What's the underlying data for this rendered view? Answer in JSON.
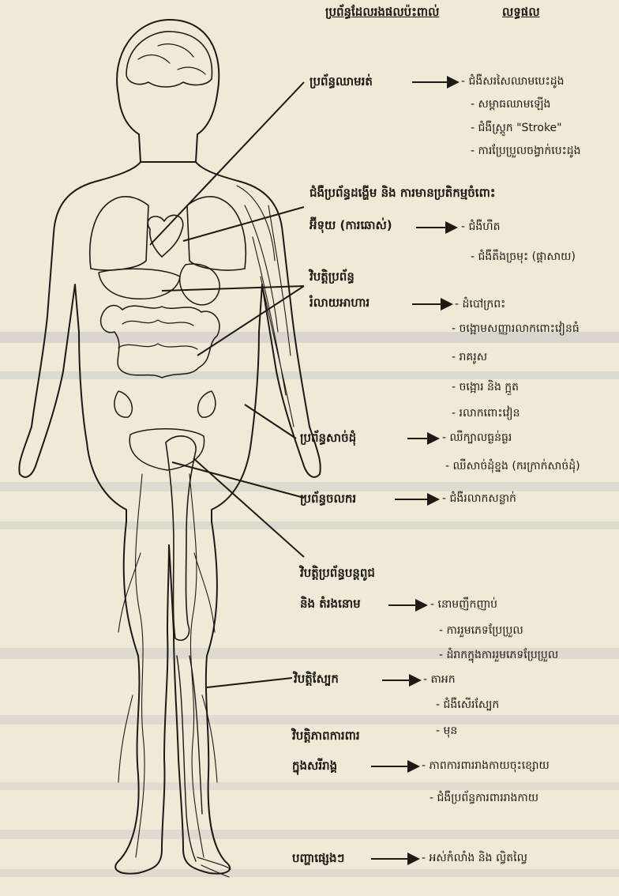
{
  "headers": {
    "systems": "ប្រព័ន្ធដែលរងផលប៉ះពាល់",
    "effects": "លទ្ធផល"
  },
  "groups": [
    {
      "system_lines": [
        "ប្រព័ន្ធឈាមរត់"
      ],
      "effects": [
        "ជំងឺសរសៃឈាមបេះដូង",
        "សម្ពាធឈាមឡើង",
        "ជំងឺស្ត្រូក \"Stroke\"",
        "ការប្រែប្រួលចង្វាក់បេះដូង"
      ]
    },
    {
      "system_lines": [
        "ជំងឺប្រព័ន្ធដង្ហើម និង ការមានប្រតិកម្មចំពោះ",
        "អ៊ីទុយ (ការឆោស់)"
      ],
      "effects": [
        "ជំងឺហឺត",
        "ជំងឺតឹងច្រមុះ (ផ្តាសាយ)"
      ]
    },
    {
      "system_lines": [
        "វិបត្តិប្រព័ន្ធ",
        "រំលាយអាហារ"
      ],
      "effects": [
        "ដំបៅក្រពះ",
        "ចង្អោមសញ្ញារលាកពោះវៀនធំ",
        "រាគរូស",
        "ចង្អោរ និង ក្អួត",
        "រលាកពោះវៀន"
      ]
    },
    {
      "system_lines": [
        "ប្រព័ន្ធសាច់ដុំ"
      ],
      "effects": [
        "ឈឺក្បាលធ្ងន់ធ្ងរ",
        "ឈឺសាច់ដុំខ្នង (ករក្រាក់សាច់ដុំ)"
      ]
    },
    {
      "system_lines": [
        "ប្រព័ន្ធចលករ"
      ],
      "effects": [
        "ជំងឺរលាកសន្លាក់"
      ]
    },
    {
      "system_lines": [
        "វិបត្តិប្រព័ន្ធបន្តពូជ",
        "និង តំរងនោម"
      ],
      "effects": [
        "នោមញឹកញាប់",
        "ការរួមភេទប្រែប្រួល",
        "ដំរាកក្នុងការរួមភេទប្រែប្រួល"
      ]
    },
    {
      "system_lines": [
        "វិបត្តិស្បែក"
      ],
      "effects": [
        "តាអក",
        "ជំងឺសើរស្បែក",
        "មុន"
      ]
    },
    {
      "system_lines": [
        "វិបត្តិភាពការពារ",
        "ក្នុងសរីរាង្គ"
      ],
      "effects": [
        "ភាពការពាររាងកាយចុះខ្សោយ",
        "ជំងឺប្រព័ន្ធការពាររាងកាយ"
      ]
    },
    {
      "system_lines": [
        "បញ្ហាផ្សេងៗ"
      ],
      "effects": [
        "អស់កំលាំង និង ល្វិតល្វៃ"
      ]
    }
  ]
}
